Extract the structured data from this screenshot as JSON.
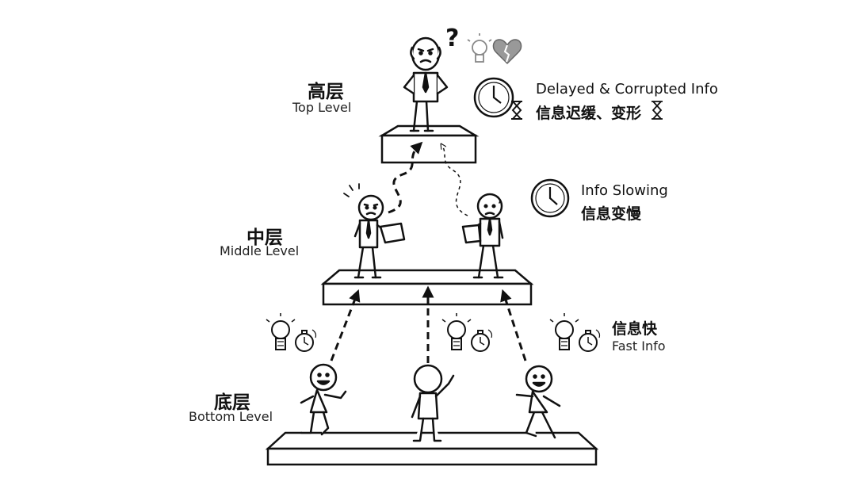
{
  "levels": {
    "top": {
      "zh": "高层",
      "en": "Top Level"
    },
    "middle": {
      "zh": "中层",
      "en": "Middle Level"
    },
    "bottom": {
      "zh": "底层",
      "en": "Bottom Level"
    }
  },
  "annotations": {
    "top": {
      "en": "Delayed & Corrupted Info",
      "zh": "信息迟缓、变形"
    },
    "middle": {
      "en": "Info Slowing",
      "zh": "信息变慢"
    },
    "bottom": {
      "zh": "信息快",
      "en": "Fast Info"
    }
  },
  "question_mark": "?",
  "icons": {
    "top": [
      "lightbulb-icon",
      "broken-heart-icon",
      "clock-icon",
      "hourglass-icon"
    ],
    "middle": [
      "clock-icon"
    ],
    "bottom": [
      "lightbulb-icon",
      "stopwatch-icon"
    ]
  }
}
